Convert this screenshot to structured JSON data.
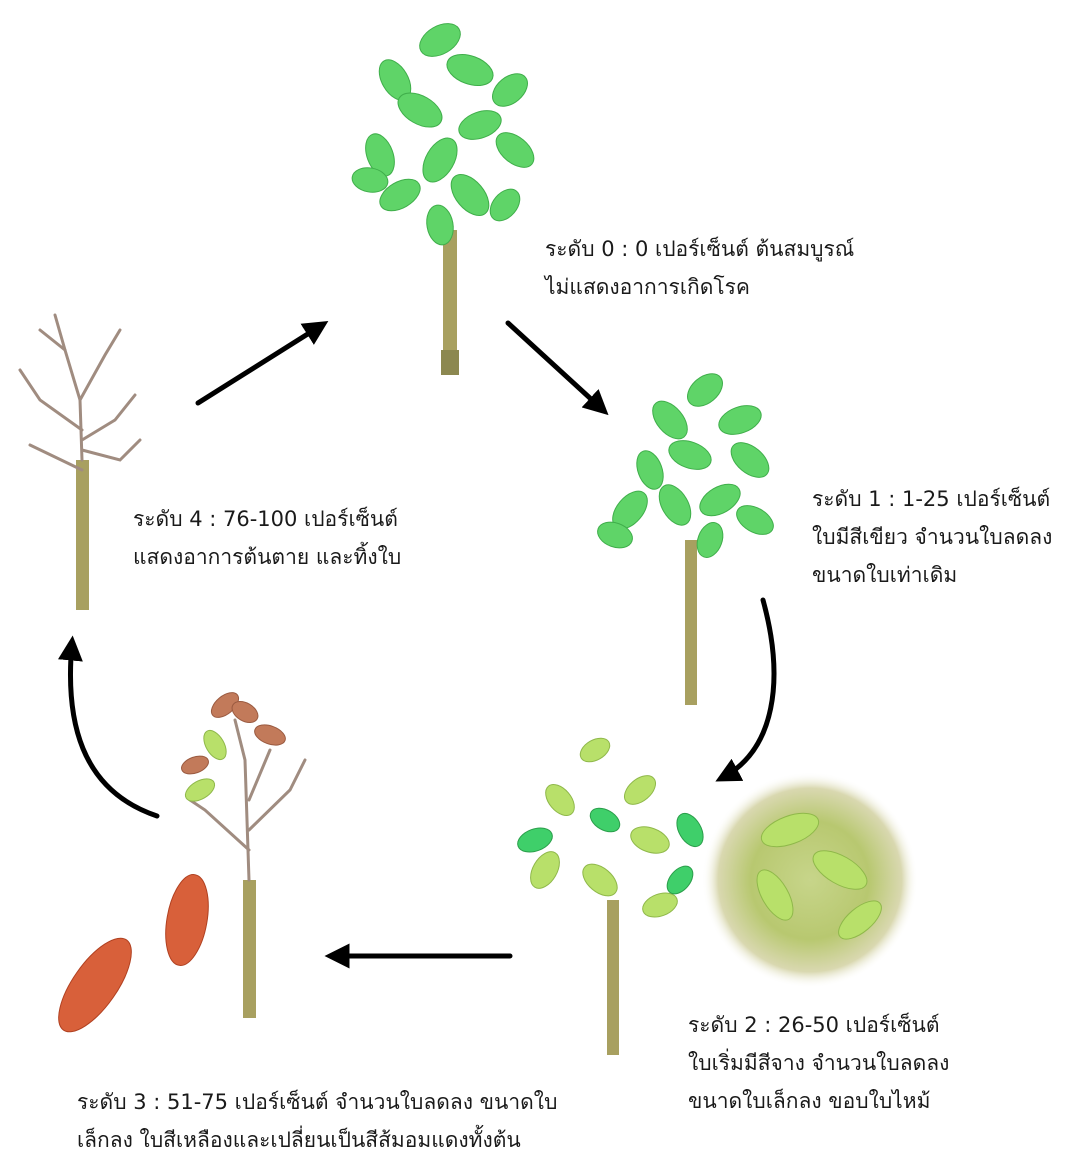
{
  "stages": [
    {
      "id": 0,
      "lines": [
        "ระดับ 0 : 0 เปอร์เซ็นต์ ต้นสมบูรณ์",
        "ไม่แสดงอาการเกิดโรค"
      ]
    },
    {
      "id": 1,
      "lines": [
        "ระดับ 1 : 1-25 เปอร์เซ็นต์",
        "ใบมีสีเขียว จำนวนใบลดลง",
        "ขนาดใบเท่าเดิม"
      ]
    },
    {
      "id": 2,
      "lines": [
        "ระดับ 2 : 26-50 เปอร์เซ็นต์",
        "ใบเริ่มมีสีจาง จำนวนใบลดลง",
        "ขนาดใบเล็กลง ขอบใบไหม้"
      ]
    },
    {
      "id": 3,
      "lines": [
        "ระดับ 3 : 51-75 เปอร์เซ็นต์ จำนวนใบลดลง ขนาดใบ",
        "เล็กลง ใบสีเหลืองและเปลี่ยนเป็นสีส้มอมแดงทั้งต้น"
      ]
    },
    {
      "id": 4,
      "lines": [
        "ระดับ 4 : 76-100 เปอร์เซ็นต์",
        "แสดงอาการต้นตาย และทิ้งใบ"
      ]
    }
  ],
  "colors": {
    "leaf_green": "#5fd468",
    "leaf_pale": "#b8e06a",
    "leaf_rust": "#c27a5a",
    "trunk": "#a8a060",
    "branch": "#a08c80",
    "arrow": "#000000"
  }
}
